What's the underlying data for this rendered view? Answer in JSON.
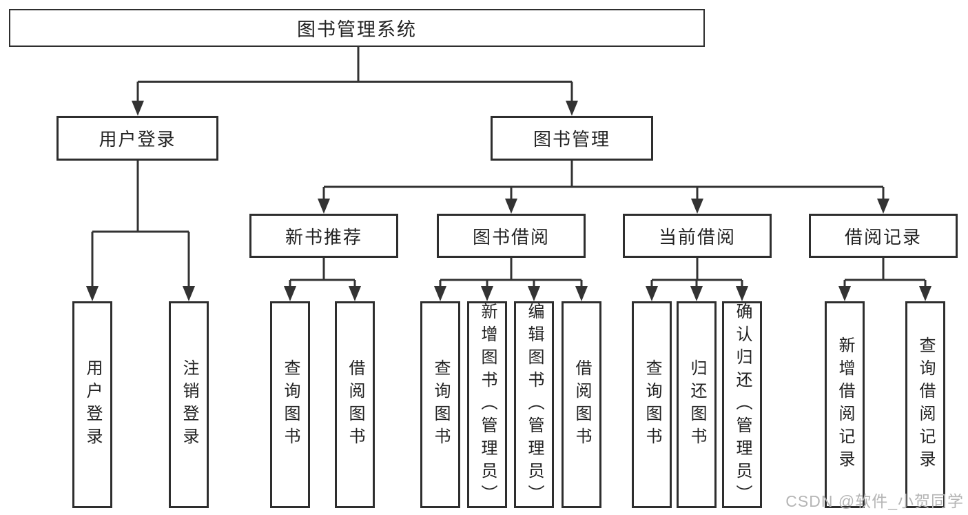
{
  "diagram": {
    "root": {
      "label": "图书管理系统"
    },
    "branches": [
      {
        "label": "用户登录",
        "children": [
          {
            "label": "用户登录"
          },
          {
            "label": "注销登录"
          }
        ]
      },
      {
        "label": "图书管理",
        "children": [
          {
            "label": "新书推荐",
            "children": [
              {
                "label": "查询图书"
              },
              {
                "label": "借阅图书"
              }
            ]
          },
          {
            "label": "图书借阅",
            "children": [
              {
                "label": "查询图书"
              },
              {
                "label": "新增图书（管理员）"
              },
              {
                "label": "编辑图书（管理员）"
              },
              {
                "label": "借阅图书"
              }
            ]
          },
          {
            "label": "当前借阅",
            "children": [
              {
                "label": "查询图书"
              },
              {
                "label": "归还图书"
              },
              {
                "label": "确认归还（管理员）"
              }
            ]
          },
          {
            "label": "借阅记录",
            "children": [
              {
                "label": "新增借阅记录"
              },
              {
                "label": "查询借阅记录"
              }
            ]
          }
        ]
      }
    ]
  },
  "watermark": {
    "text": "CSDN @软件_小贺同学"
  },
  "colors": {
    "line": "#333333",
    "border": "#2e2e2e",
    "text": "#222222",
    "background": "#ffffff",
    "watermark": "#b5b5b5"
  }
}
